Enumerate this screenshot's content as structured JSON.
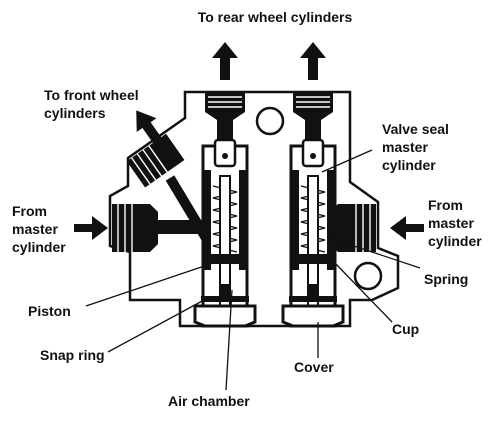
{
  "labels": {
    "rear": "To rear wheel cylinders",
    "front_1": "To front wheel",
    "front_2": "cylinders",
    "seal_1": "Valve seal",
    "seal_2": "master",
    "seal_3": "cylinder",
    "from_left_1": "From",
    "from_left_2": "master",
    "from_left_3": "cylinder",
    "from_right_1": "From",
    "from_right_2": "master",
    "from_right_3": "cylinder",
    "spring": "Spring",
    "piston": "Piston",
    "cup": "Cup",
    "snap_ring": "Snap ring",
    "cover": "Cover",
    "air_chamber": "Air chamber"
  },
  "colors": {
    "ink": "#111111",
    "paper": "#ffffff"
  }
}
